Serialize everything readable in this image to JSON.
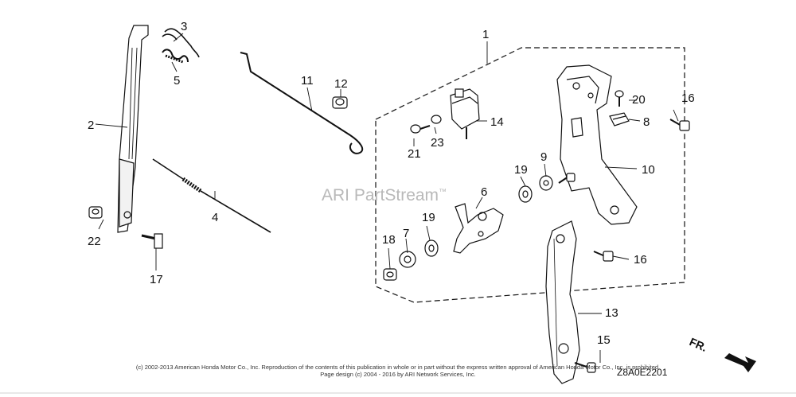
{
  "diagram": {
    "watermark": "ARI PartStream",
    "watermark_tm": "™",
    "diagram_code": "Z8A0E2201",
    "direction_label": "FR.",
    "copyright_line1": "(c) 2002-2013 American Honda Motor Co., Inc. Reproduction of the contents of this publication in whole or in part without the express written approval of American Honda Motor Co., Inc. is prohibited.",
    "copyright_line2": "Page design (c) 2004 - 2016 by ARI Network Services, Inc."
  },
  "callouts": [
    {
      "id": "1",
      "label": "1"
    },
    {
      "id": "2",
      "label": "2"
    },
    {
      "id": "3",
      "label": "3"
    },
    {
      "id": "4",
      "label": "4"
    },
    {
      "id": "5",
      "label": "5"
    },
    {
      "id": "6",
      "label": "6"
    },
    {
      "id": "7",
      "label": "7"
    },
    {
      "id": "8",
      "label": "8"
    },
    {
      "id": "9",
      "label": "9"
    },
    {
      "id": "10",
      "label": "10"
    },
    {
      "id": "11",
      "label": "11"
    },
    {
      "id": "12",
      "label": "12"
    },
    {
      "id": "13",
      "label": "13"
    },
    {
      "id": "14",
      "label": "14"
    },
    {
      "id": "15",
      "label": "15"
    },
    {
      "id": "16a",
      "label": "16"
    },
    {
      "id": "16b",
      "label": "16"
    },
    {
      "id": "17",
      "label": "17"
    },
    {
      "id": "18",
      "label": "18"
    },
    {
      "id": "19a",
      "label": "19"
    },
    {
      "id": "19b",
      "label": "19"
    },
    {
      "id": "20",
      "label": "20"
    },
    {
      "id": "21",
      "label": "21"
    },
    {
      "id": "22",
      "label": "22"
    },
    {
      "id": "23",
      "label": "23"
    }
  ]
}
